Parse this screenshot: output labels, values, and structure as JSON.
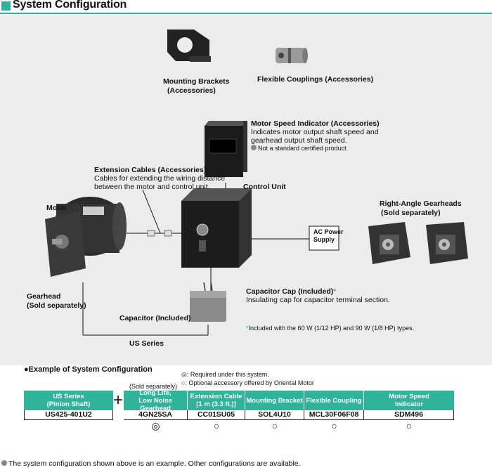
{
  "title": "System Configuration",
  "diagram": {
    "mounting_brackets": "Mounting Brackets",
    "mounting_brackets_sub": "(Accessories)",
    "flexible_couplings": "Flexible Couplings (Accessories)",
    "motor_speed_indicator": "Motor Speed Indicator (Accessories)",
    "msi_desc1": "Indicates motor output shaft speed and",
    "msi_desc2": "gearhead output shaft speed.",
    "msi_note": "Not a standard certified product",
    "extension_cables": "Extension Cables (Accessories)",
    "ext_desc1": "Cables for extending the wiring distance",
    "ext_desc2": "between the motor and control unit.",
    "control_unit": "Control Unit",
    "motor": "Motor",
    "ac_power1": "AC Power",
    "ac_power2": "Supply",
    "right_angle": "Right-Angle Gearheads",
    "right_angle_sub": "(Sold separately)",
    "gearhead": "Gearhead",
    "gearhead_sub": "(Sold separately)",
    "capacitor_cap": "Capacitor Cap (Included)",
    "capacitor_cap_desc": "Insulating cap for capacitor terminal section.",
    "capacitor": "Capacitor (Included)",
    "asterisk": "*",
    "included_note": "Included with the 60 W (1/12 HP) and 90 W (1/8 HP) types.",
    "us_series": "US Series"
  },
  "example": {
    "heading": "Example of System Configuration",
    "legend_required": "Required under this system.",
    "legend_optional": "Optional accessory offered by Oriental Motor",
    "sold_separately": "(Sold separately)",
    "plus": "+",
    "columns": [
      {
        "h1": "US Series",
        "h2": "(Pinion Shaft)",
        "part": "US425-401U2",
        "mark": ""
      },
      {
        "h1": "Long Life,",
        "h2": "Low Noise Gearhead",
        "part": "4GN25SA",
        "mark": "◎"
      },
      {
        "h1": "Extension Cable",
        "h2": "[1 m (3.3 ft.)]",
        "part": "CC01SU05",
        "mark": "○"
      },
      {
        "h1": "Mounting Bracket",
        "h2": "",
        "part": "SOL4U10",
        "mark": "○"
      },
      {
        "h1": "Flexible Coupling",
        "h2": "",
        "part": "MCL30F06F08",
        "mark": "○"
      },
      {
        "h1": "Motor Speed",
        "h2": "Indicator",
        "part": "SDM496",
        "mark": "○"
      }
    ]
  },
  "footer": "The system configuration shown above is an example. Other configurations are available.",
  "colors": {
    "accent": "#2fb39b",
    "diagram_bg": "#ececec"
  }
}
